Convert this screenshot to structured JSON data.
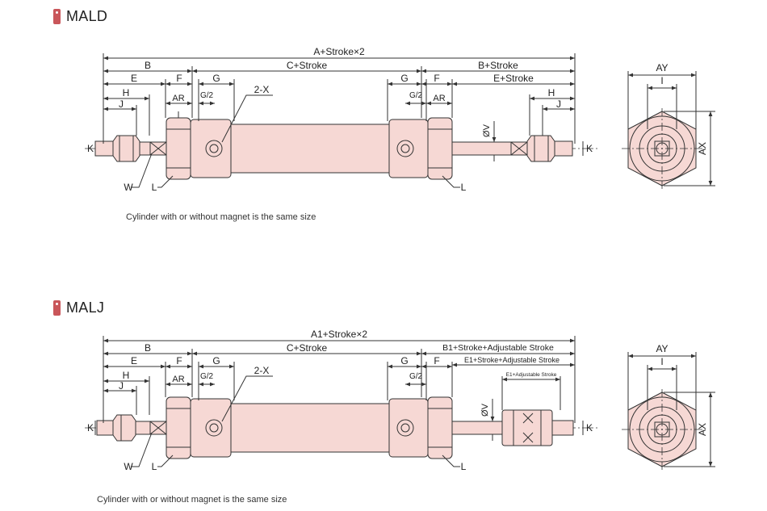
{
  "colors": {
    "accent": "#c9565a",
    "body_fill": "#f6d8d4",
    "line": "#333333"
  },
  "sections": [
    {
      "title": "MALD",
      "note": "Cylinder with or without magnet is the same size",
      "labels": {
        "overall": "A+Stroke×2",
        "b": "B",
        "c": "C+Stroke",
        "b_right": "B+Stroke",
        "e": "E",
        "f": "F",
        "g": "G",
        "g_right": "G",
        "f_right": "F",
        "e_right": "E+Stroke",
        "h": "H",
        "j": "J",
        "ar": "AR",
        "g2": "G/2",
        "g2_right": "G/2",
        "ar_right": "AR",
        "h_right": "H",
        "j_right": "J",
        "port": "2-X",
        "k": "K",
        "k_right": "K",
        "w": "W",
        "l": "L",
        "l_right": "L",
        "v": "ØV",
        "ay": "AY",
        "i": "I",
        "ax": "AX"
      }
    },
    {
      "title": "MALJ",
      "note": "Cylinder with or without magnet is the same size",
      "labels": {
        "overall": "A1+Stroke×2",
        "b": "B",
        "c": "C+Stroke",
        "b_right": "B1+Stroke+Adjustable Stroke",
        "e": "E",
        "f": "F",
        "g": "G",
        "g_right": "G",
        "f_right": "F",
        "e_right": "E1+Stroke+Adjustable Stroke",
        "e1_adj": "E1+Adjustable Stroke",
        "h": "H",
        "j": "J",
        "ar": "AR",
        "g2": "G/2",
        "g2_right": "G/2",
        "port": "2-X",
        "k": "K",
        "k_right": "K",
        "w": "W",
        "l": "L",
        "l_right": "L",
        "v": "ØV",
        "ay": "AY",
        "i": "I",
        "ax": "AX"
      }
    }
  ]
}
